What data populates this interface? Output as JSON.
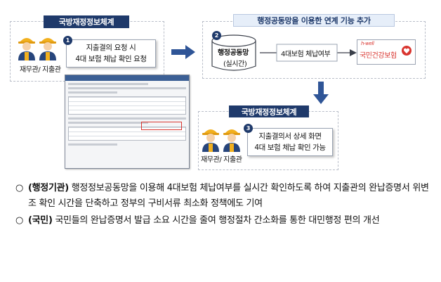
{
  "diagram": {
    "left_header": "국방재정정보체계",
    "right_header": "행정공동망을 이용한 연계 기능 추가",
    "lower_header": "국방재정정보체계",
    "step1": {
      "num": "1",
      "line1": "지출결의 요청 시",
      "line2": "4대 보험 체납 확인 요청"
    },
    "step2": {
      "num": "2",
      "line1": "행정공동망",
      "line2": "(실시간)"
    },
    "step2_flow_label": "4대보험 체납여부",
    "nhis": {
      "brand": "h-well",
      "name": "국민건강보험"
    },
    "step3": {
      "num": "3",
      "line1": "지출결의서 상세 화면",
      "line2": "4대 보험 체납 확인 가능"
    },
    "actor_top": "재무관/ 지출관",
    "actor_bottom": "재무관/ 지출관",
    "icons": [
      "worker-icon",
      "arrow-right-icon",
      "arrow-down-icon",
      "database-icon",
      "nhis-logo-icon"
    ],
    "colors": {
      "navy": "#1f3a6b",
      "accent_blue": "#2f5597",
      "nhis_red": "#d9352f"
    }
  },
  "bullets": [
    {
      "mark": "○",
      "tag": "(행정기관)",
      "text": " 행정정보공동망을 이용해 4대보험 체납여부를 실시간 확인하도록 하여 지출관의 완납증명서 위변조 확인 시간을 단축하고 정부의 구비서류 최소화 정책에도 기여"
    },
    {
      "mark": "○",
      "tag": "(국민)",
      "text": " 국민들의 완납증명서 발급 소요 시간을 줄여 행정절차 간소화를 통한 대민행정 편의 개선"
    }
  ]
}
